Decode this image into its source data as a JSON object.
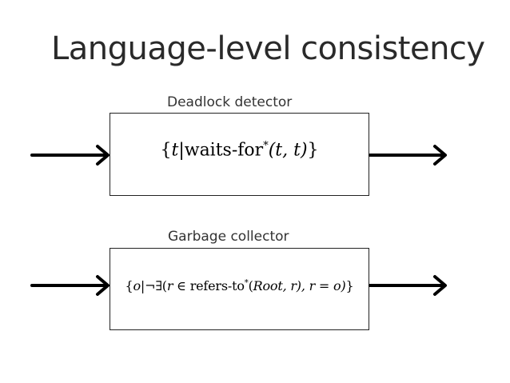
{
  "slide": {
    "title": "Language-level consistency"
  },
  "deadlock": {
    "label": "Deadlock detector",
    "formula_open": "{",
    "formula_var": "t",
    "formula_bar": "|",
    "formula_fn": "waits-for",
    "formula_star": "*",
    "formula_args": "(t, t)",
    "formula_close": "}"
  },
  "garbage": {
    "label": "Garbage collector",
    "formula_open": "{",
    "formula_var": "o",
    "formula_bar": "|¬∃(",
    "formula_r": "r",
    "formula_in": " ∈ refers-to",
    "formula_star": "*",
    "formula_args_open": "(",
    "formula_root": "Root",
    "formula_args_rest": ", r), r = o)",
    "formula_close": "}"
  }
}
